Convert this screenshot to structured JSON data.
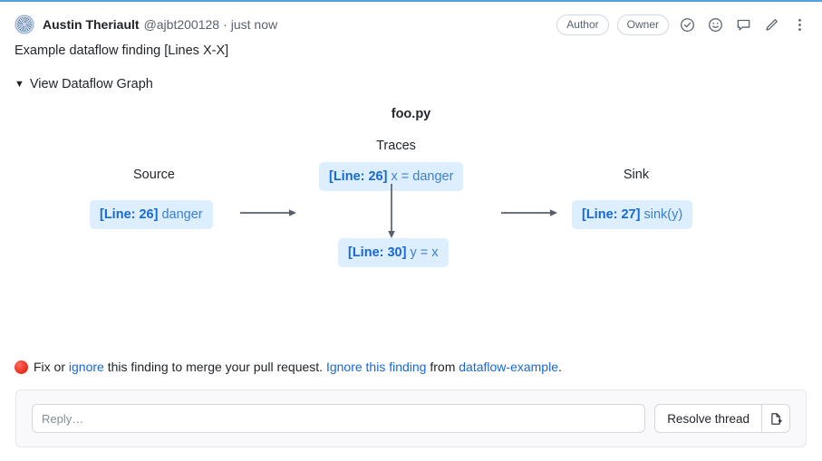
{
  "comment": {
    "author_name": "Austin Theriault",
    "author_handle": "@ajbt200128",
    "separator": "·",
    "timestamp": "just now",
    "badges": [
      "Author",
      "Owner"
    ],
    "icons": [
      "check-circle-icon",
      "emoji-icon",
      "comment-icon",
      "pencil-icon",
      "kebab-menu-icon"
    ],
    "avatar_name": "avatar"
  },
  "finding": {
    "title": "Example dataflow finding [Lines X-X]",
    "disclosure_arrow": "▼",
    "disclosure_label": "View Dataflow Graph"
  },
  "graph": {
    "file_title": "foo.py",
    "column_labels": {
      "source": "Source",
      "traces": "Traces",
      "sink": "Sink"
    },
    "nodes": {
      "source": {
        "line": "[Line: 26]",
        "code": "danger"
      },
      "trace1": {
        "line": "[Line: 26]",
        "code": "x = danger"
      },
      "trace2": {
        "line": "[Line: 30]",
        "code": "y = x"
      },
      "sink": {
        "line": "[Line: 27]",
        "code": "sink(y)"
      }
    },
    "node_bg": "#ddeeff",
    "line_color": "#1668d8",
    "code_color": "#3b7fd4",
    "arrow_color": "#57606a"
  },
  "fix_line": {
    "status_icon": "red-circle-icon",
    "text_1": "Fix or ",
    "link_1": "ignore",
    "text_2": " this finding to merge your pull request. ",
    "link_2": "Ignore this finding",
    "text_3": " from ",
    "link_3": "dataflow-example",
    "text_4": ".",
    "link_color": "#1668d8"
  },
  "reply": {
    "placeholder": "Reply…",
    "value": "",
    "resolve_label": "Resolve thread",
    "file_icon": "file-add-icon"
  },
  "theme": {
    "top_border": "#54a0dd",
    "background": "#ffffff"
  }
}
